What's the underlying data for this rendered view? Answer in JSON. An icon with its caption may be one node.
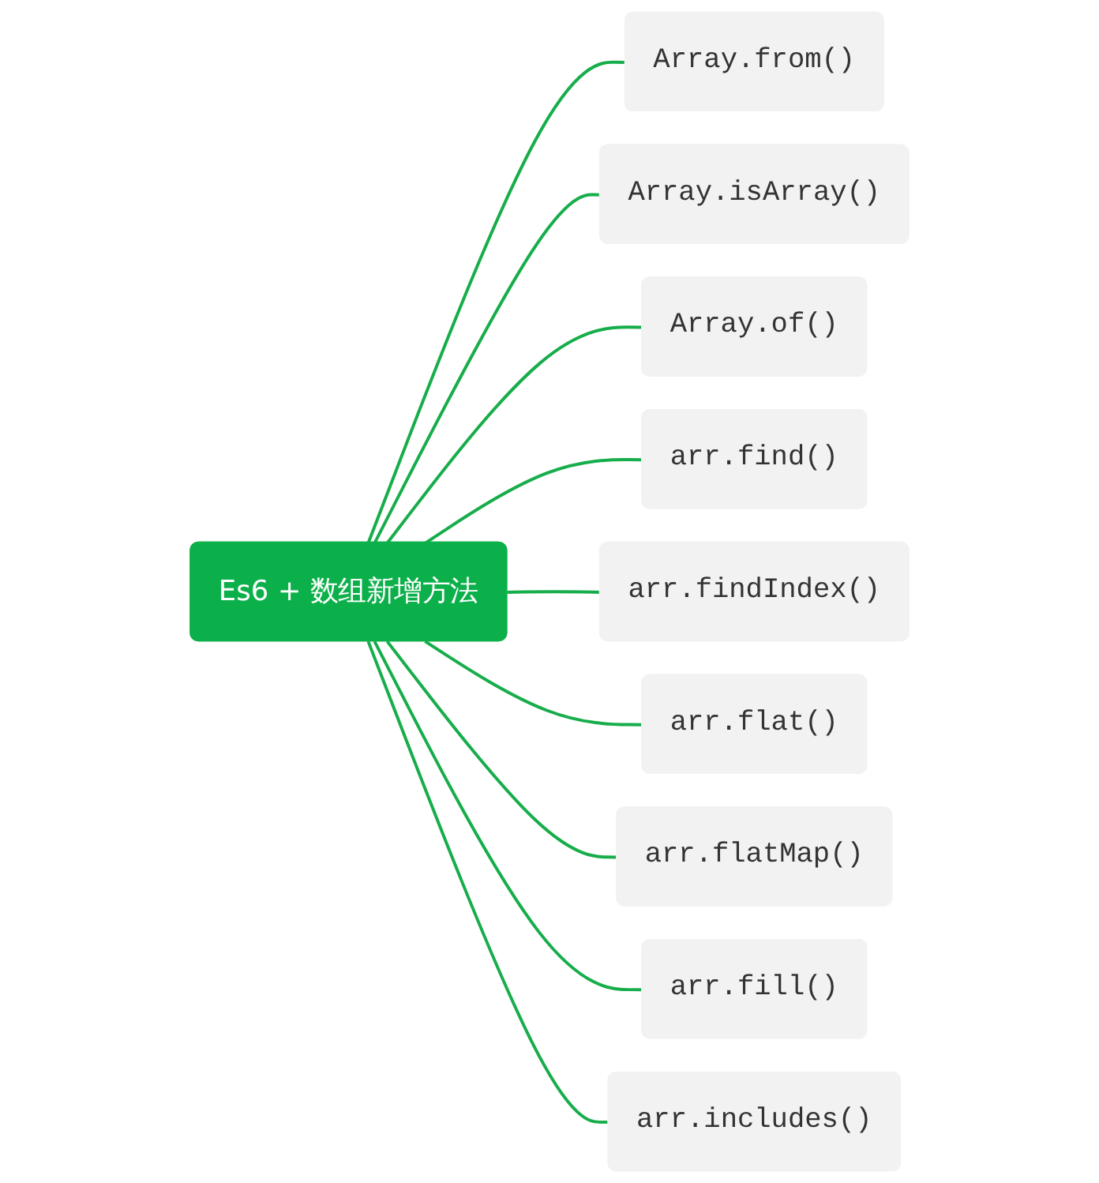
{
  "diagram": {
    "nodes": [
      {
        "text": [
          "Es6 + 数组新增方法"
        ]
      },
      {
        "text": [
          "Array.from()"
        ]
      },
      {
        "text": [
          "Array.isArray()"
        ]
      },
      {
        "text": [
          "Array.of()"
        ]
      },
      {
        "text": [
          "arr.find()"
        ]
      },
      {
        "text": [
          "arr.findIndex()"
        ]
      },
      {
        "text": [
          "arr.flat()"
        ]
      },
      {
        "text": [
          "arr.flatMap()"
        ]
      },
      {
        "text": [
          "arr.fill()"
        ]
      },
      {
        "text": [
          "arr.includes()"
        ]
      }
    ],
    "edges": [
      {
        "from": 0,
        "to": 1,
        "arrow": "none"
      },
      {
        "from": 0,
        "to": 2,
        "arrow": "none"
      },
      {
        "from": 0,
        "to": 3,
        "arrow": "none"
      },
      {
        "from": 0,
        "to": 4,
        "arrow": "none"
      },
      {
        "from": 0,
        "to": 5,
        "arrow": "none"
      },
      {
        "from": 0,
        "to": 6,
        "arrow": "none"
      },
      {
        "from": 0,
        "to": 7,
        "arrow": "none"
      },
      {
        "from": 0,
        "to": 8,
        "arrow": "none"
      },
      {
        "from": 0,
        "to": 9,
        "arrow": "none"
      }
    ]
  }
}
